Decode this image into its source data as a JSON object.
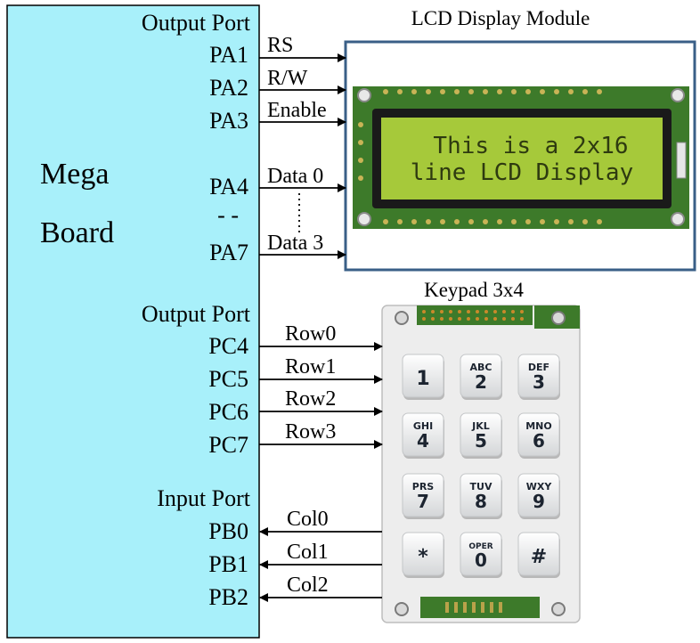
{
  "board": {
    "name_line1": "Mega",
    "name_line2": "Board",
    "port_a": {
      "title": "Output Port",
      "pins": [
        {
          "pin": "PA1",
          "signal": "RS"
        },
        {
          "pin": "PA2",
          "signal": "R/W"
        },
        {
          "pin": "PA3",
          "signal": "Enable"
        },
        {
          "pin": "PA4",
          "signal": "Data 0"
        },
        {
          "pin": "PA7",
          "signal": "Data 3"
        }
      ],
      "ellipsis": "- -"
    },
    "port_c": {
      "title": "Output Port",
      "pins": [
        {
          "pin": "PC4",
          "signal": "Row0"
        },
        {
          "pin": "PC5",
          "signal": "Row1"
        },
        {
          "pin": "PC6",
          "signal": "Row2"
        },
        {
          "pin": "PC7",
          "signal": "Row3"
        }
      ]
    },
    "port_b": {
      "title": "Input Port",
      "pins": [
        {
          "pin": "PB0",
          "signal": "Col0"
        },
        {
          "pin": "PB1",
          "signal": "Col1"
        },
        {
          "pin": "PB2",
          "signal": "Col2"
        }
      ]
    }
  },
  "lcd": {
    "title": "LCD Display Module",
    "line1": "This is a 2x16",
    "line2": "line LCD Display"
  },
  "keypad": {
    "title": "Keypad 3x4",
    "keys": [
      {
        "main": "1",
        "sub": ""
      },
      {
        "main": "2",
        "sub": "ABC"
      },
      {
        "main": "3",
        "sub": "DEF"
      },
      {
        "main": "4",
        "sub": "GHI"
      },
      {
        "main": "5",
        "sub": "JKL"
      },
      {
        "main": "6",
        "sub": "MNO"
      },
      {
        "main": "7",
        "sub": "PRS"
      },
      {
        "main": "8",
        "sub": "TUV"
      },
      {
        "main": "9",
        "sub": "WXY"
      },
      {
        "main": "*",
        "sub": ""
      },
      {
        "main": "0",
        "sub": "OPER"
      },
      {
        "main": "#",
        "sub": ""
      }
    ]
  },
  "colors": {
    "board_fill": "#a8f0fa",
    "lcd_frame": "#3a5f87",
    "pcb_green": "#3d7a2a",
    "lcd_screen": "#a6c93a",
    "keypad_body": "#ededed"
  }
}
